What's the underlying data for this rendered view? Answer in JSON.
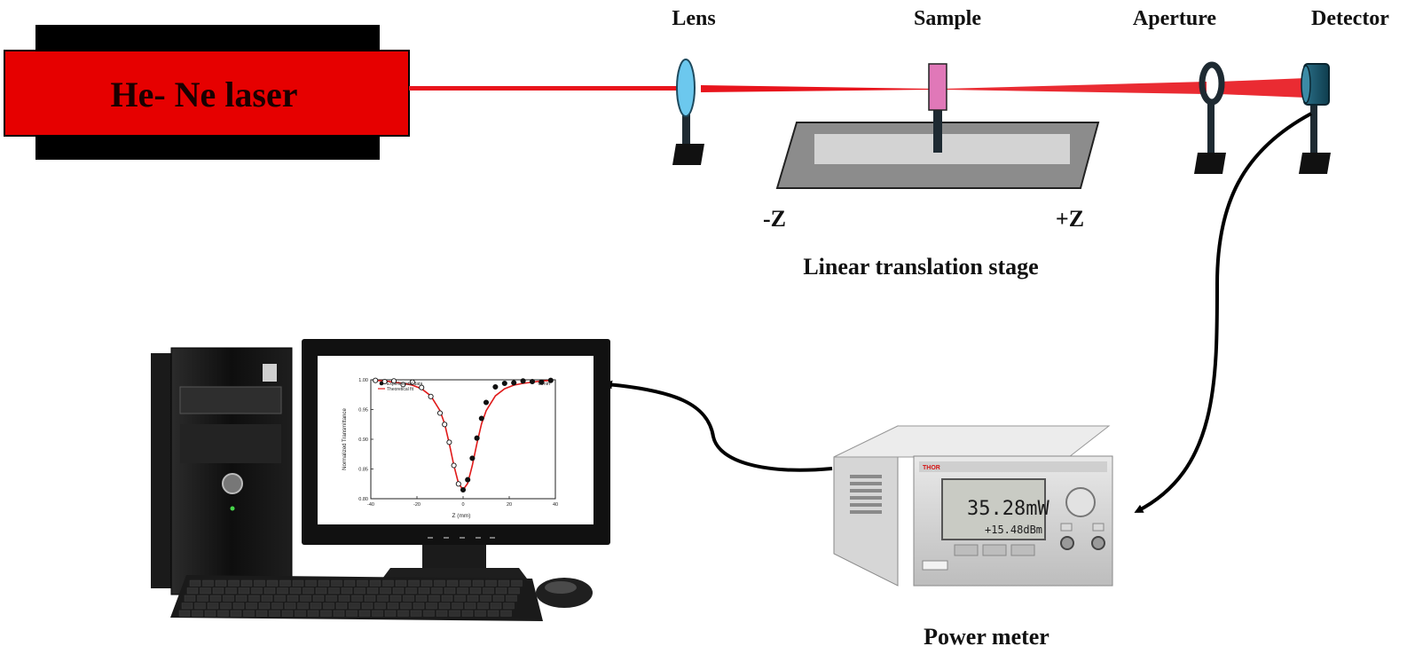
{
  "labels": {
    "laser": "He- Ne laser",
    "lens": "Lens",
    "sample": "Sample",
    "aperture": "Aperture",
    "detector": "Detector",
    "minus_z": "-Z",
    "plus_z": "+Z",
    "stage": "Linear translation stage",
    "power_meter": "Power meter"
  },
  "power_meter_display": {
    "brand": "THOR",
    "reading_main": "35.28mW",
    "reading_dbm": "+15.48dBm"
  },
  "monitor_plot": {
    "legend": [
      "Experimental data",
      "Theoretical fit"
    ],
    "corner_note": "0 min",
    "ylabel": "Normalized Transmittance",
    "xlabel": "Z (mm)",
    "xticks": [
      "-40",
      "-20",
      "0",
      "20",
      "40"
    ],
    "yticks": [
      "1.00",
      "0.95",
      "0.90",
      "0.85",
      "0.80"
    ]
  },
  "colors": {
    "laser_red": "#e60000",
    "beam": "#e8141c",
    "lens_blue": "#6cc8ee",
    "sample_pink": "#e078b8",
    "stage_gray": "#8c8c8c",
    "post_dark": "#1e2a32"
  },
  "chart_data": {
    "type": "line",
    "xlabel": "Z (mm)",
    "ylabel": "Normalized Transmittance",
    "xlim": [
      -40,
      40
    ],
    "ylim": [
      0.8,
      1.0
    ],
    "series": [
      {
        "name": "Experimental data",
        "x": [
          -38,
          -34,
          -30,
          -26,
          -22,
          -18,
          -14,
          -10,
          -8,
          -6,
          -4,
          -2,
          0,
          2,
          4,
          6,
          8,
          10,
          14,
          18,
          22,
          26,
          30,
          34,
          38
        ],
        "values": [
          0.999,
          0.997,
          0.998,
          0.992,
          0.996,
          0.987,
          0.972,
          0.944,
          0.925,
          0.895,
          0.856,
          0.825,
          0.815,
          0.832,
          0.868,
          0.902,
          0.935,
          0.962,
          0.988,
          0.994,
          0.995,
          0.998,
          0.997,
          0.996,
          0.999
        ]
      },
      {
        "name": "Theoretical fit",
        "x": [
          -38,
          -34,
          -30,
          -26,
          -22,
          -18,
          -14,
          -10,
          -8,
          -6,
          -4,
          -2,
          0,
          2,
          4,
          6,
          8,
          10,
          14,
          18,
          22,
          26,
          30,
          34,
          38
        ],
        "values": [
          0.999,
          0.998,
          0.996,
          0.994,
          0.991,
          0.985,
          0.973,
          0.948,
          0.926,
          0.893,
          0.856,
          0.826,
          0.815,
          0.826,
          0.856,
          0.893,
          0.926,
          0.948,
          0.973,
          0.985,
          0.991,
          0.994,
          0.996,
          0.998,
          0.999
        ]
      }
    ]
  }
}
